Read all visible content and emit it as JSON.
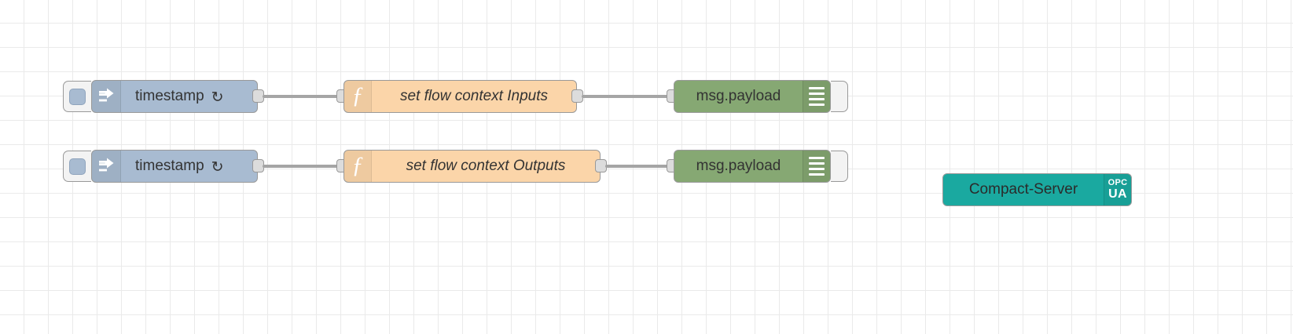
{
  "editor": {
    "name": "node-red-flow-canvas",
    "background": "#ffffff",
    "grid_color": "#eaeaea",
    "grid_size": "31"
  },
  "palette": {
    "inject_color": "#a8bbd1",
    "function_color": "#fbd5a9",
    "debug_color": "#86a873",
    "opcua_color": "#1aa9a0",
    "wire_color": "#a5a5a5",
    "port_color": "#dcdcdc",
    "node_border": "#999999"
  },
  "flows": [
    {
      "id": "row-inputs",
      "inject": {
        "label": "timestamp",
        "repeat_glyph": "↻",
        "icon": "inject-arrow-icon",
        "button_label": ""
      },
      "function": {
        "label": "set flow context Inputs",
        "icon": "function-f-icon"
      },
      "debug": {
        "label": "msg.payload",
        "icon": "debug-bars-icon"
      }
    },
    {
      "id": "row-outputs",
      "inject": {
        "label": "timestamp",
        "repeat_glyph": "↻",
        "icon": "inject-arrow-icon",
        "button_label": ""
      },
      "function": {
        "label": "set flow context Outputs",
        "icon": "function-f-icon"
      },
      "debug": {
        "label": "msg.payload",
        "icon": "debug-bars-icon"
      }
    }
  ],
  "opcua_server": {
    "label": "Compact-Server",
    "badge_line1": "OPC",
    "badge_line2": "UA",
    "icon": "opcua-badge-icon"
  }
}
